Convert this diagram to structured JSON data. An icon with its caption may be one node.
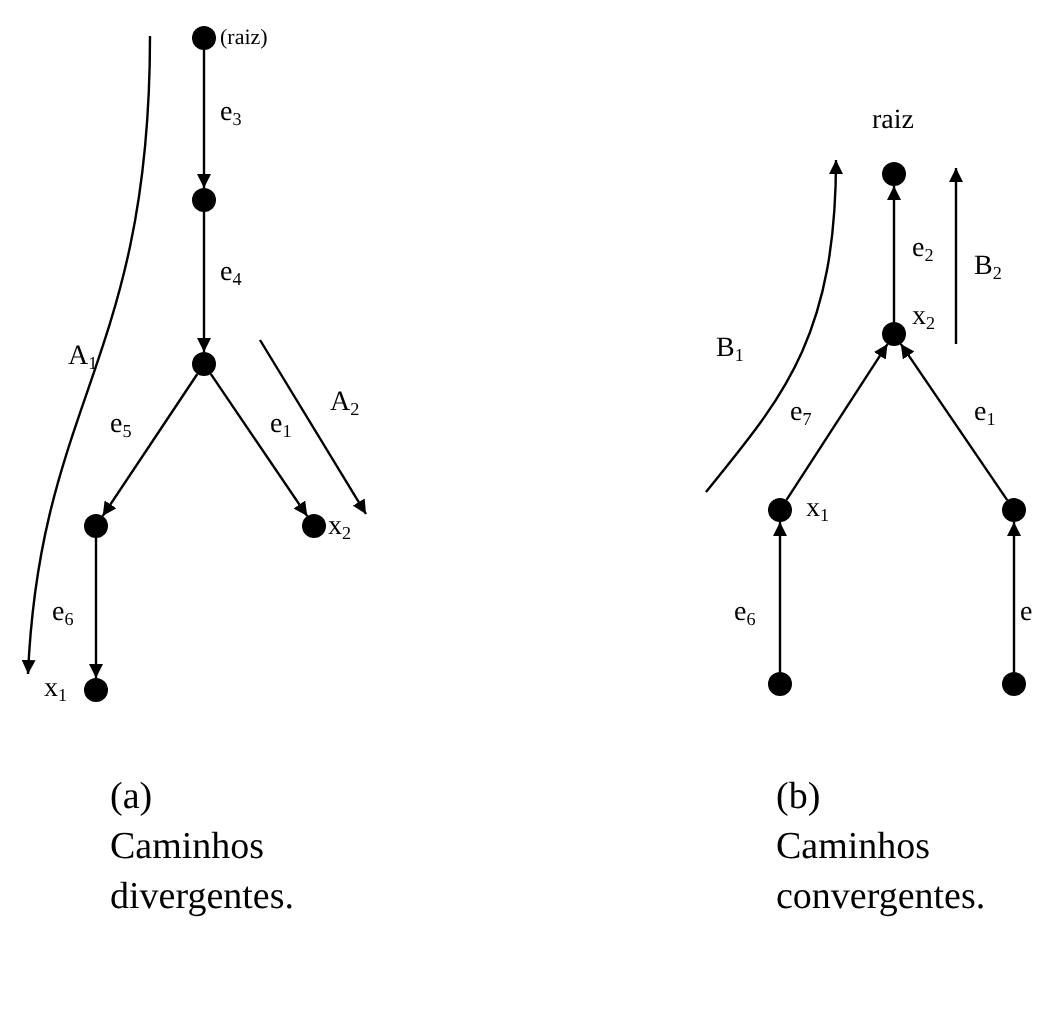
{
  "diagram": {
    "nodes": [
      {
        "text": [],
        "shape": "circle",
        "beside": [
          "(raiz)"
        ]
      },
      {
        "text": [],
        "shape": "circle"
      },
      {
        "text": [],
        "shape": "circle"
      },
      {
        "text": [],
        "shape": "circle"
      },
      {
        "text": [],
        "shape": "circle",
        "beside": [
          "x$_{2}$"
        ]
      },
      {
        "text": [],
        "shape": "circle",
        "beside": [
          "x$_{1}$"
        ]
      },
      {
        "text": [],
        "shape": "circle",
        "beside": [
          "raiz"
        ]
      },
      {
        "text": [],
        "shape": "circle",
        "beside": [
          "x$_{2}$"
        ]
      },
      {
        "text": [],
        "shape": "circle",
        "beside": [
          "x$_{1}$"
        ]
      },
      {
        "text": [],
        "shape": "circle"
      },
      {
        "text": [],
        "shape": "circle"
      },
      {
        "text": [],
        "shape": "circle"
      }
    ],
    "edges": [
      {
        "from": 0,
        "to": 1,
        "arrow": "to",
        "label": "e$_{3}$"
      },
      {
        "from": 1,
        "to": 2,
        "arrow": "to",
        "label": "e$_{4}$"
      },
      {
        "from": 2,
        "to": 3,
        "arrow": "to",
        "label": "e$_{5}$"
      },
      {
        "from": 2,
        "to": 4,
        "arrow": "to",
        "label": "e$_{1}$"
      },
      {
        "from": 3,
        "to": 5,
        "arrow": "to",
        "label": "e$_{6}$"
      },
      {
        "from": 7,
        "to": 6,
        "arrow": "to",
        "label": "e$_{2}$"
      },
      {
        "from": 8,
        "to": 7,
        "arrow": "to",
        "label": "e$_{7}$"
      },
      {
        "from": 9,
        "to": 7,
        "arrow": "to",
        "label": "e$_{1}$"
      },
      {
        "from": 10,
        "to": 8,
        "arrow": "to",
        "label": "e$_{6}$"
      },
      {
        "from": 11,
        "to": 9,
        "arrow": "to",
        "label": "e"
      }
    ],
    "labels": [
      "A$_{1}$",
      "A$_{2}$",
      "B$_{1}$",
      "B$_{2}$",
      "(a) Caminhos divergentes.",
      "(b) Caminhos convergentes."
    ]
  }
}
